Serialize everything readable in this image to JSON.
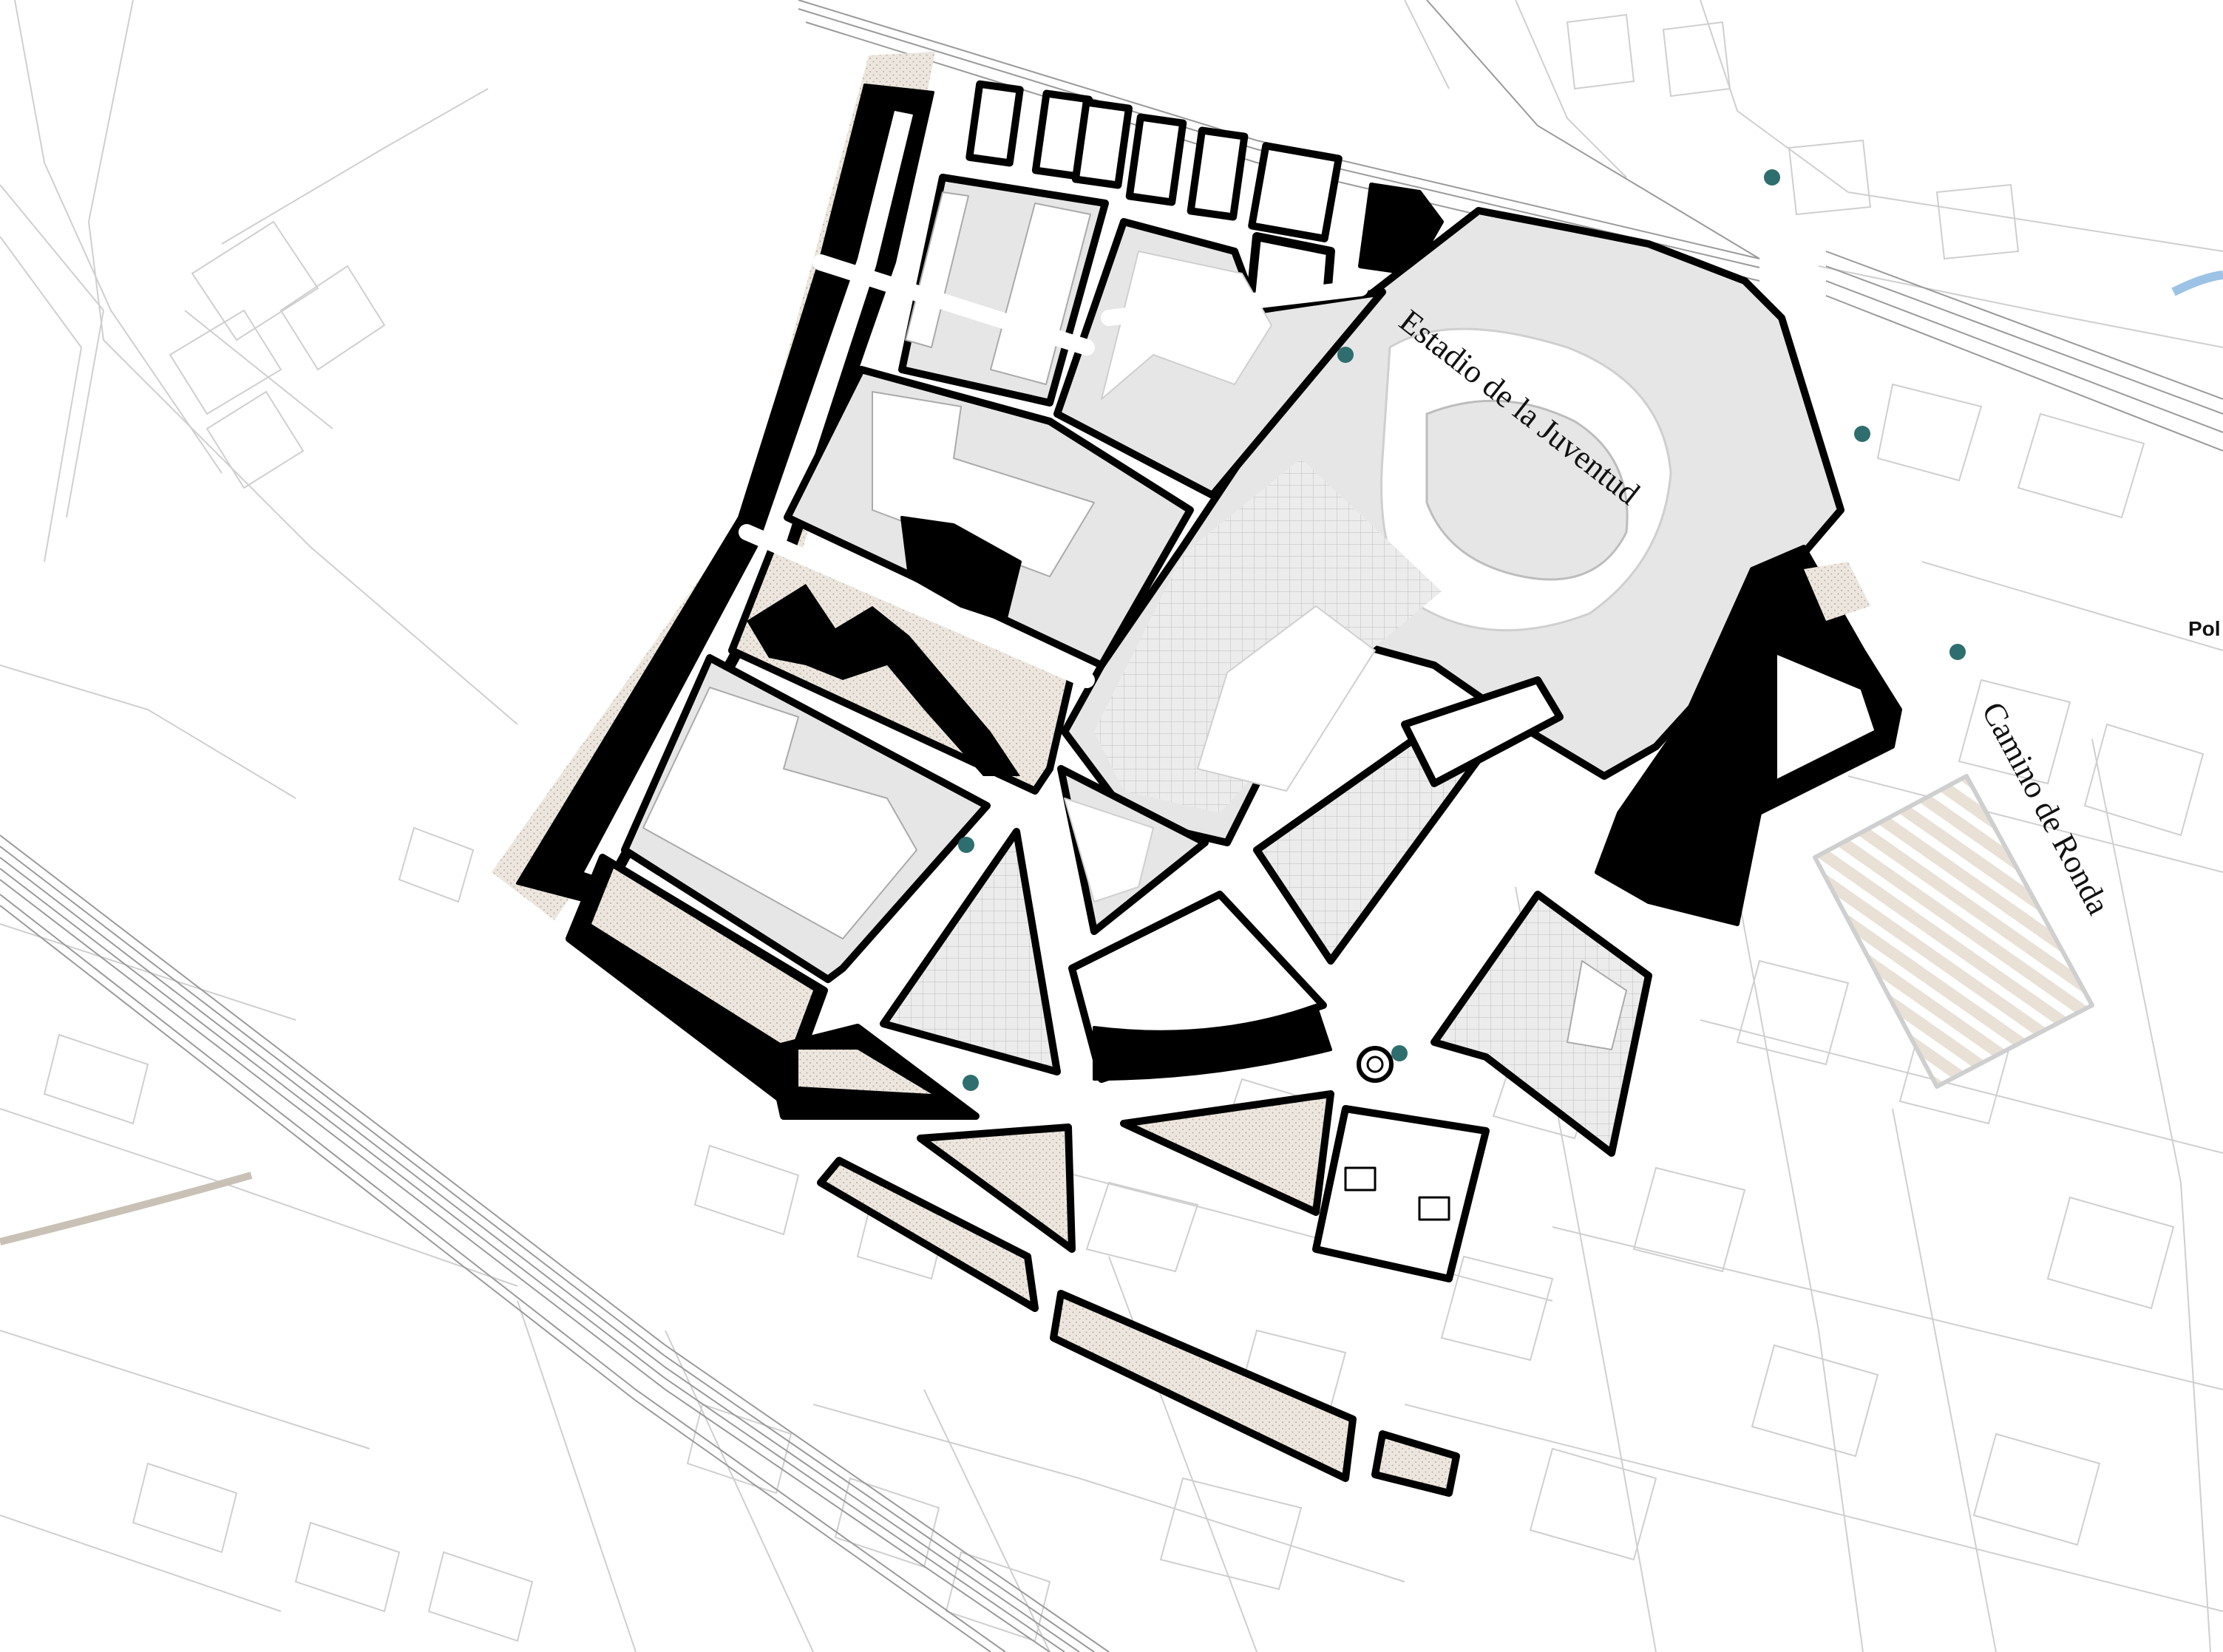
{
  "map": {
    "labels": {
      "stadium": "Estadio de la Juventud",
      "road": "Camino de Ronda",
      "edge": "Pol"
    },
    "colors": {
      "background": "#ffffff",
      "building_fill": "#000000",
      "block_outline": "#000000",
      "plot_fill": "#e6e6e6",
      "hatched_fill": "#e8e2da",
      "context_line": "#c9c9c9",
      "rail_line": "#9a9a9a",
      "stop_marker": "#2e6e6e",
      "water": "#9cc3e6"
    },
    "icons": {
      "stop_marker": "teal-dot-icon",
      "roundabout": "roundabout-icon"
    }
  }
}
